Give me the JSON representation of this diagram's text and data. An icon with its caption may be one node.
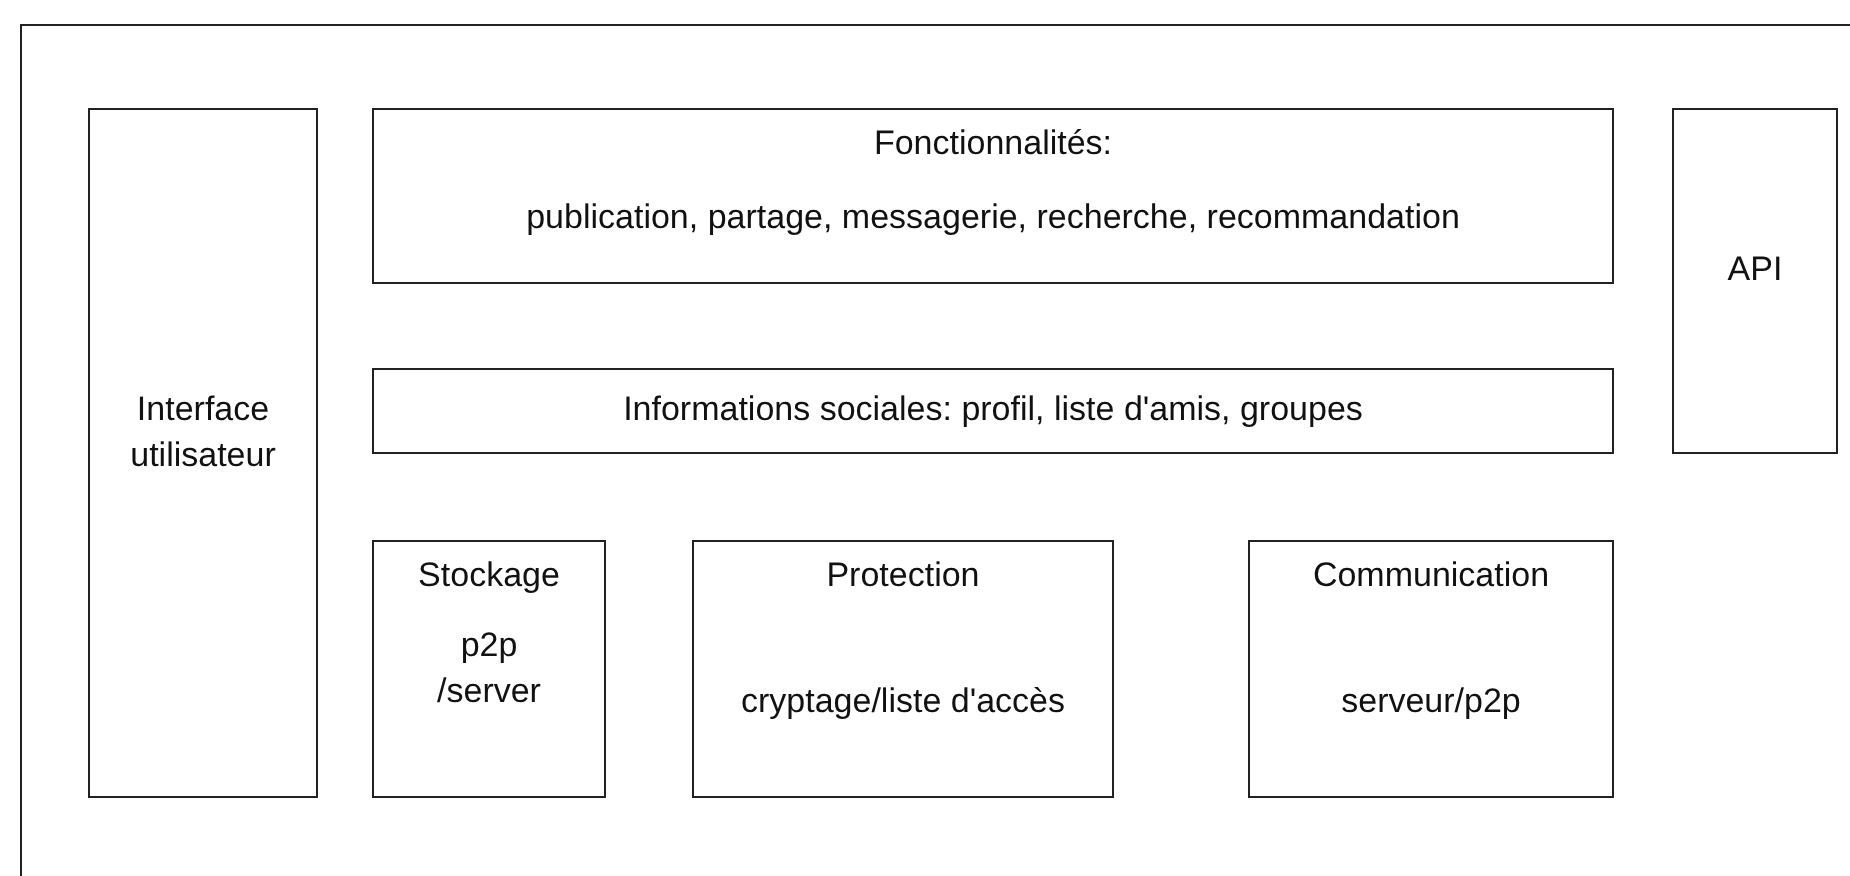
{
  "diagram": {
    "nodes": [
      {
        "text": [
          "Interface utilisateur"
        ]
      },
      {
        "text": [
          "Fonctionnalités:",
          "publication, partage, messagerie, recherche, recommandation"
        ]
      },
      {
        "text": [
          "API"
        ]
      },
      {
        "text": [
          "Informations sociales: profil, liste d'amis, groupes"
        ]
      },
      {
        "text": [
          "Stockage",
          "p2p /server"
        ]
      },
      {
        "text": [
          "Protection",
          "cryptage/liste d'accès"
        ]
      },
      {
        "text": [
          "Communication",
          "serveur/p2p"
        ]
      }
    ]
  }
}
